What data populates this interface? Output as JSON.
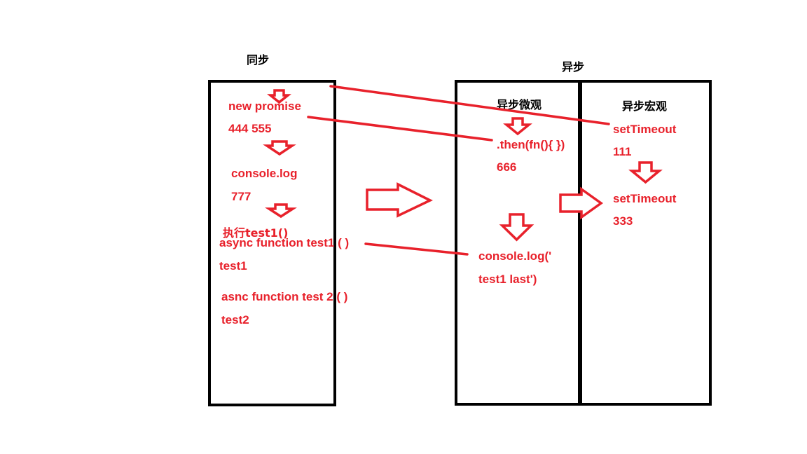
{
  "colors": {
    "accent": "#e8212b",
    "border": "#000000",
    "background": "#ffffff"
  },
  "headers": {
    "sync": "同步",
    "async": "异步",
    "micro": "异步微观",
    "macro": "异步宏观"
  },
  "sync_items": {
    "new_promise": "new promise",
    "nums_444_555": "444 555",
    "console_log": "console.log",
    "num_777": "777",
    "exec_test1": "执行test1()",
    "async_test1": "async function test1 ( )",
    "test1": "test1",
    "asnc_test2": "asnc function test 2 ( )",
    "test2": "test2"
  },
  "micro_items": {
    "then_fn": ".then(fn(){ })",
    "num_666": "666",
    "log_line1": "console.log('",
    "log_line2": "test1 last')"
  },
  "macro_items": {
    "set_timeout_1": "setTimeout",
    "num_111": "111",
    "set_timeout_2": "setTimeout",
    "num_333": "333"
  }
}
